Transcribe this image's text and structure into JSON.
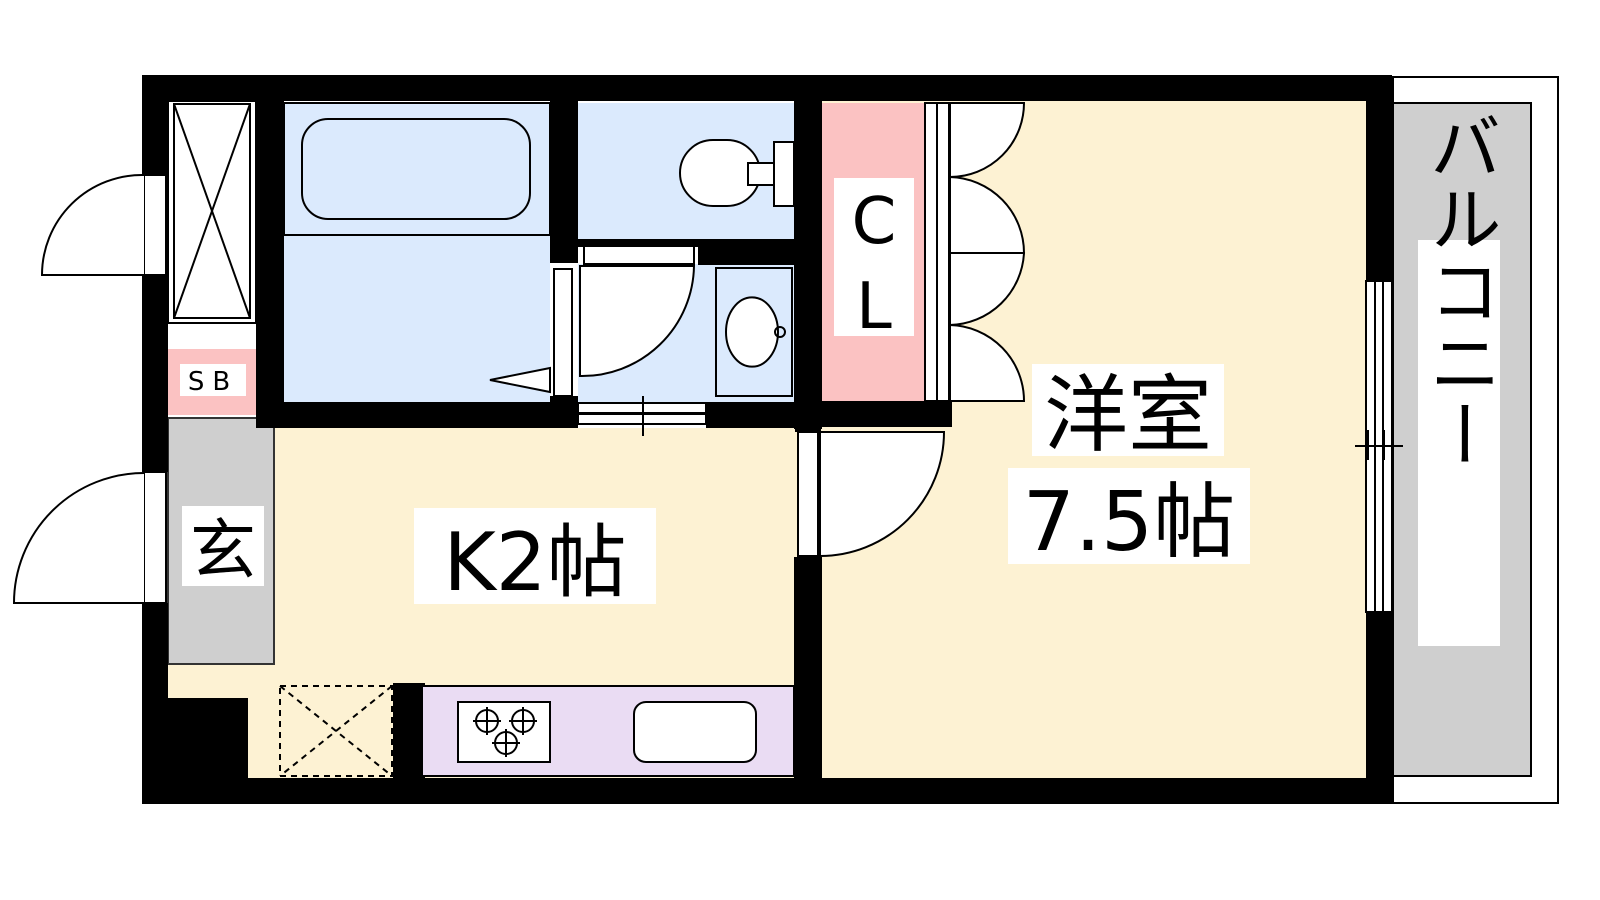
{
  "rooms": {
    "western": {
      "name": "洋室",
      "size": "7.5帖"
    },
    "kitchen": {
      "label": "K2帖"
    },
    "closet": {
      "line1": "C",
      "line2": "L"
    },
    "shoebox": {
      "label": "SB"
    },
    "entrance": {
      "label": "玄"
    },
    "balcony": {
      "label": "バルコニー"
    }
  },
  "colors": {
    "wall": "#000000",
    "floor": "#fdf2d3",
    "wet_area": "#dbeafd",
    "closet": "#fbc2c2",
    "kitchen_counter": "#eadcf3",
    "balcony": "#cfcfcf",
    "entrance": "#cfcfcf"
  }
}
